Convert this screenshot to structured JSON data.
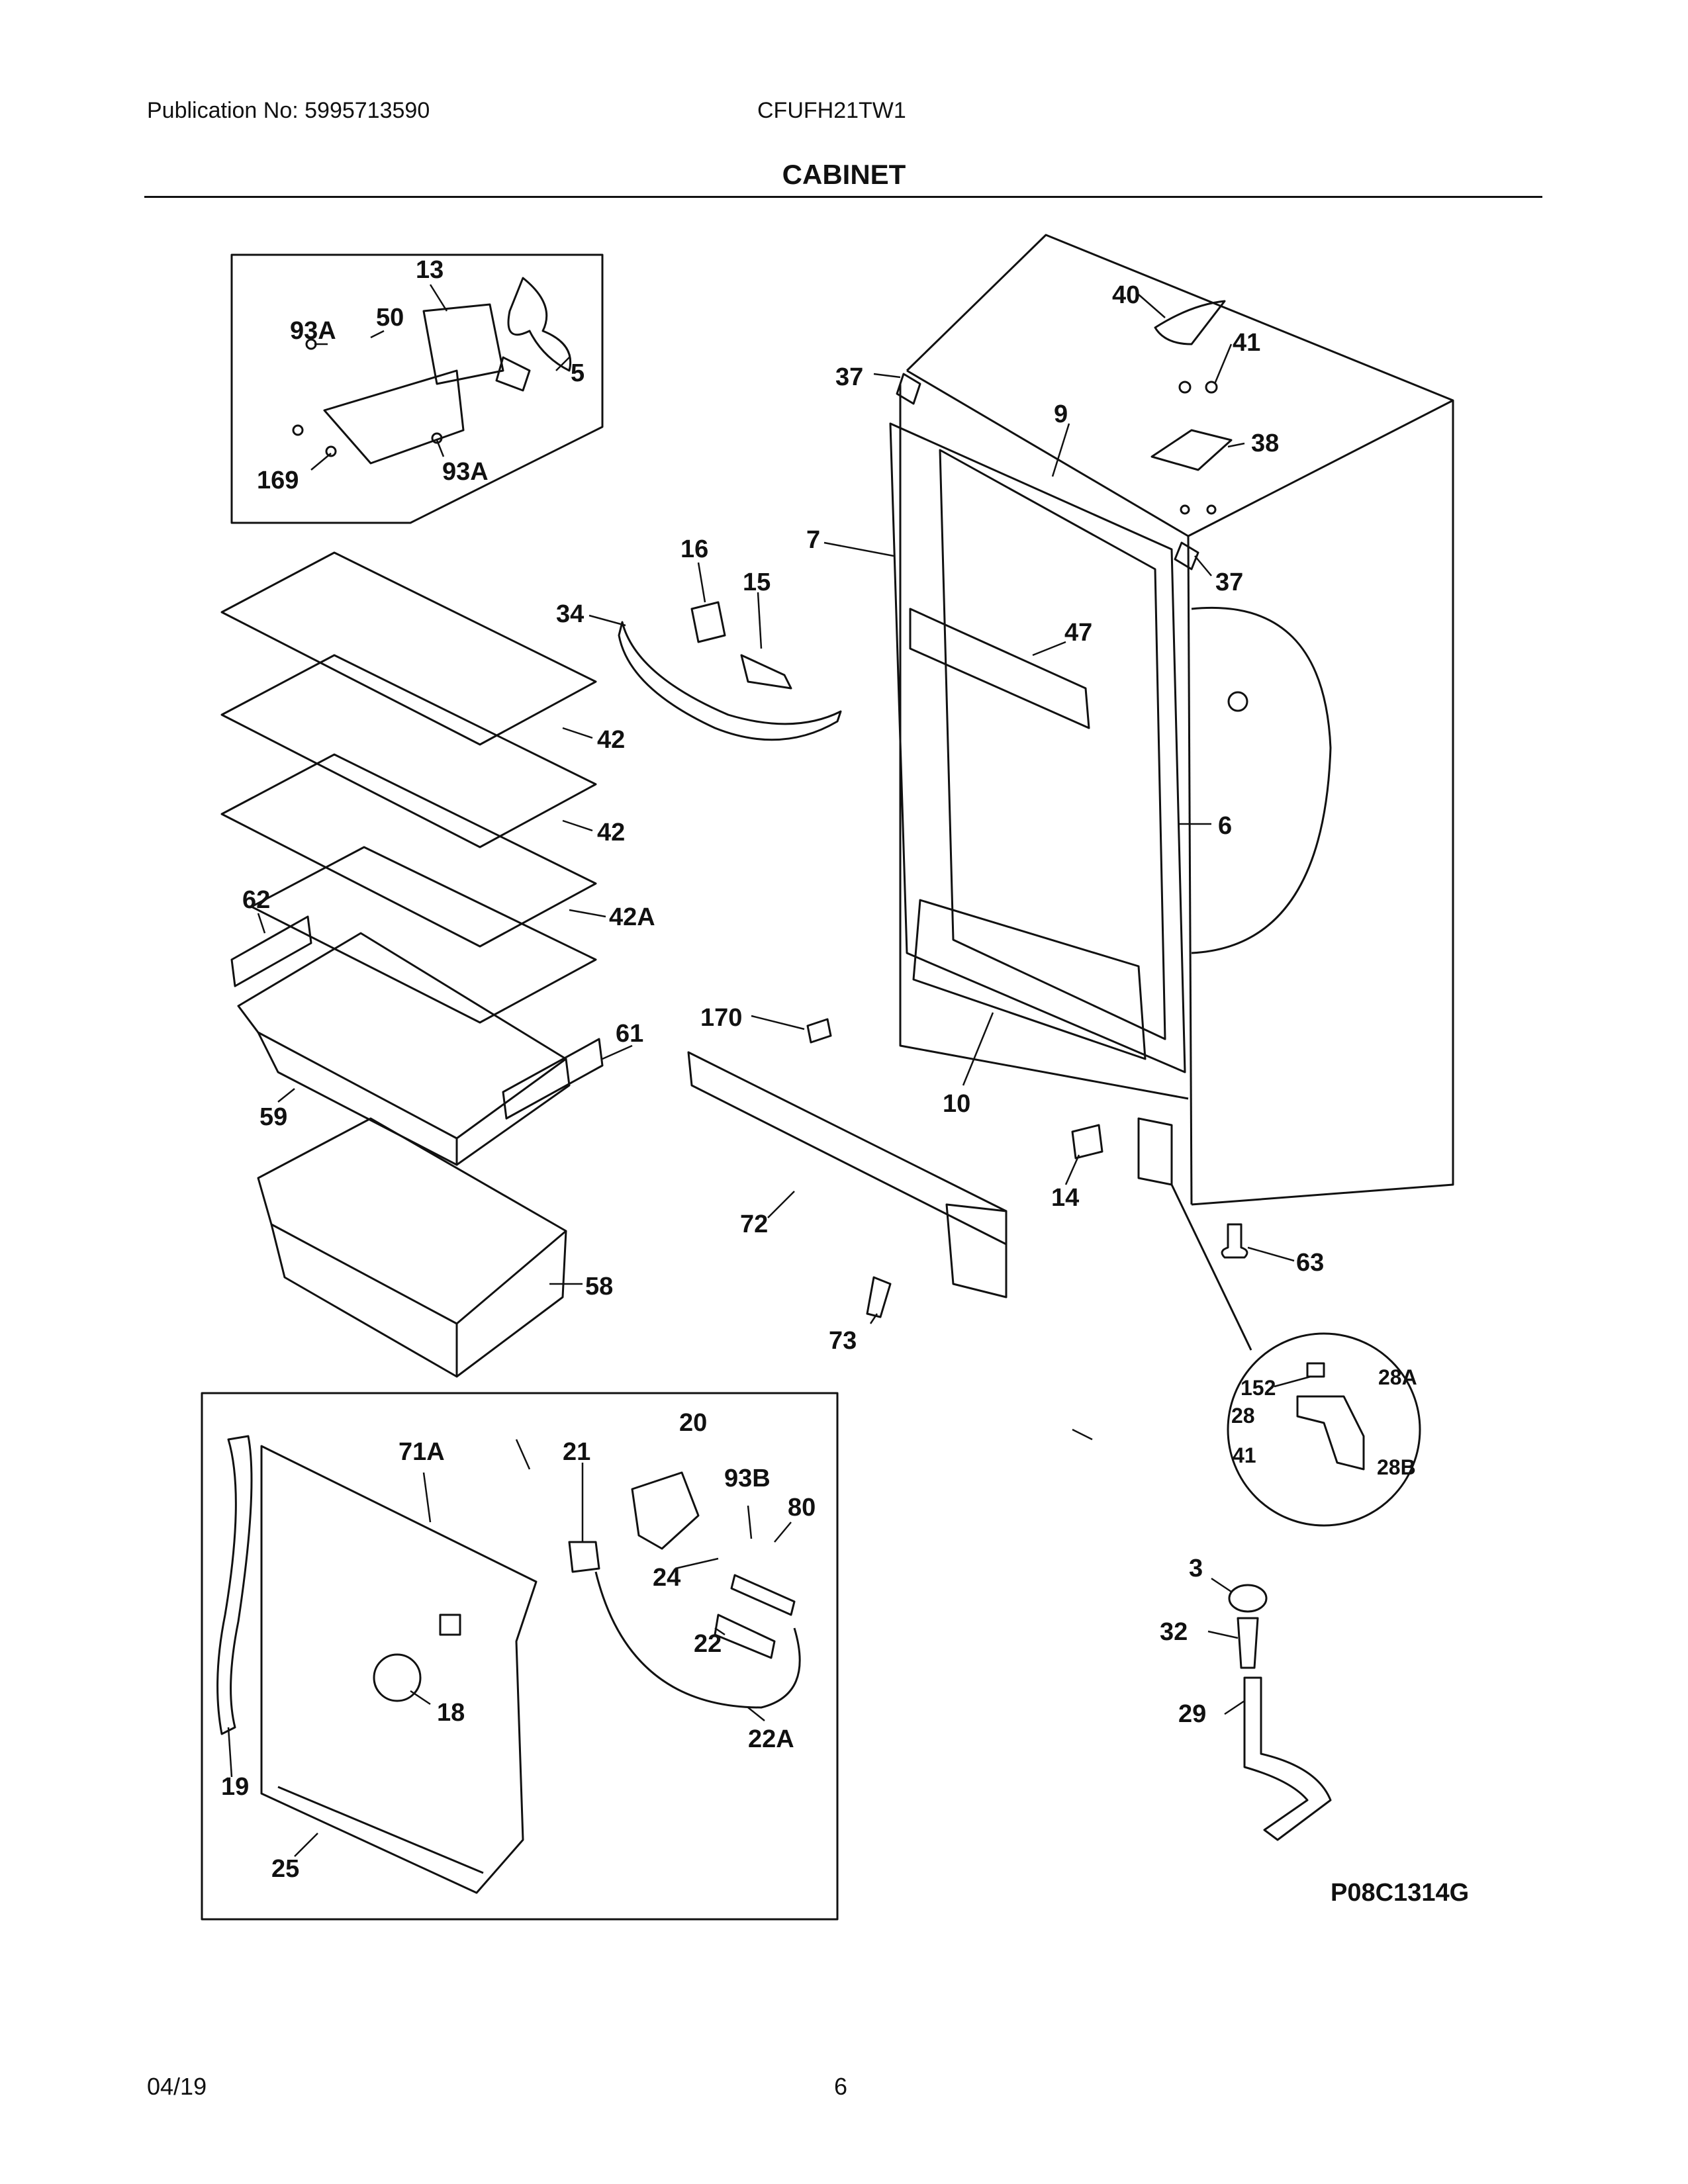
{
  "header": {
    "publication": "Publication No: 5995713590",
    "model": "CFUFH21TW1",
    "title": "CABINET"
  },
  "figure": {
    "code": "P08C1314G",
    "callouts": {
      "c13": "13",
      "c93a_top": "93A",
      "c50": "50",
      "c5": "5",
      "c169": "169",
      "c93a_bot": "93A",
      "c40": "40",
      "c41_top": "41",
      "c37_top": "37",
      "c9": "9",
      "c38": "38",
      "c7": "7",
      "c37_mid": "37",
      "c16": "16",
      "c15": "15",
      "c34": "34",
      "c47": "47",
      "c42_a": "42",
      "c42_b": "42",
      "c42a": "42A",
      "c6": "6",
      "c62": "62",
      "c170": "170",
      "c61": "61",
      "c59": "59",
      "c10": "10",
      "c14": "14",
      "c72": "72",
      "c63": "63",
      "c58": "58",
      "c73": "73",
      "c152": "152",
      "c28a": "28A",
      "c28": "28",
      "c41_det": "41",
      "c28b": "28B",
      "c20": "20",
      "c71a": "71A",
      "c21": "21",
      "c93b": "93B",
      "c80": "80",
      "c24": "24",
      "c22": "22",
      "c18": "18",
      "c22a": "22A",
      "c19": "19",
      "c25": "25",
      "c3": "3",
      "c32": "32",
      "c29": "29"
    }
  },
  "footer": {
    "date": "04/19",
    "page": "6"
  }
}
